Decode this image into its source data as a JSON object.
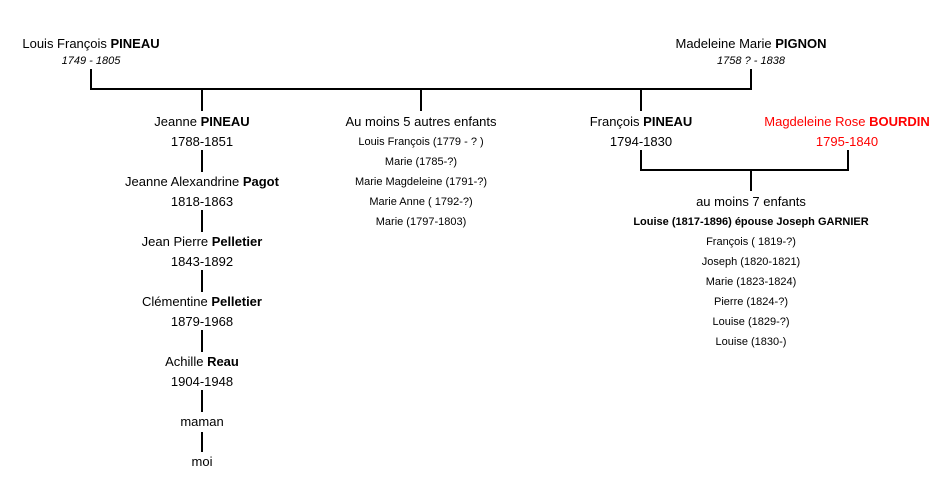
{
  "ancestors": {
    "father": {
      "first": "Louis François ",
      "last": "PINEAU",
      "dates": "1749 - 1805"
    },
    "mother": {
      "first": "Madeleine Marie ",
      "last": "PIGNON",
      "dates": "1758 ? - 1838"
    }
  },
  "lineage": [
    {
      "first": "Jeanne ",
      "last": "PINEAU",
      "dates": "1788-1851"
    },
    {
      "first": "Jeanne Alexandrine ",
      "last": "Pagot",
      "dates": "1818-1863"
    },
    {
      "first": "Jean Pierre ",
      "last": "Pelletier",
      "dates": "1843-1892"
    },
    {
      "first": "Clémentine ",
      "last": "Pelletier",
      "dates": "1879-1968"
    },
    {
      "first": "Achille ",
      "last": "Reau",
      "dates": "1904-1948"
    },
    {
      "label": "maman"
    },
    {
      "label": "moi"
    }
  ],
  "other_children": {
    "heading": "Au moins 5 autres enfants",
    "items": [
      "Louis François (1779 - ? )",
      "Marie (1785-?)",
      "Marie Magdeleine (1791-?)",
      "Marie Anne ( 1792-?)",
      "Marie (1797-1803)"
    ]
  },
  "francois": {
    "first": "François ",
    "last": "PINEAU",
    "dates": "1794-1830"
  },
  "spouse": {
    "first": "Magdeleine Rose ",
    "last": "BOURDIN",
    "dates": "1795-1840",
    "color": "#ff0000"
  },
  "francois_children": {
    "heading": "au moins 7 enfants",
    "highlight": "Louise (1817-1896) épouse Joseph GARNIER",
    "items": [
      "François ( 1819-?)",
      "Joseph (1820-1821)",
      "Marie (1823-1824)",
      "Pierre (1824-?)",
      "Louise (1829-?)",
      "Louise (1830-)"
    ]
  }
}
